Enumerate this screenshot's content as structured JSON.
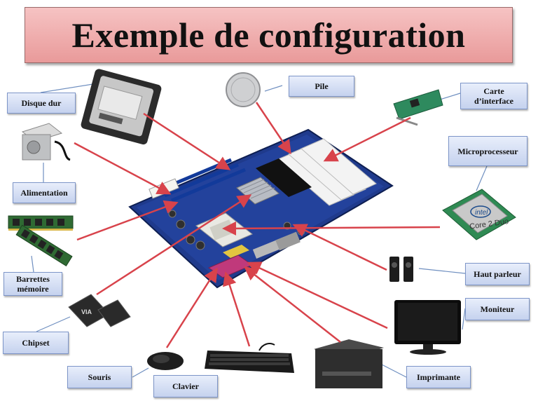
{
  "title": "Exemple de configuration",
  "labels": {
    "disque_dur": "Disque dur",
    "pile": "Pile",
    "carte_interface": "Carte\nd’interface",
    "alimentation": "Alimentation",
    "microprocesseur": "Microprocesseur",
    "barrettes_memoire": "Barrettes\nmémoire",
    "haut_parleur": "Haut parleur",
    "moniteur": "Moniteur",
    "chipset": "Chipset",
    "souris": "Souris",
    "clavier": "Clavier",
    "imprimante": "Imprimante"
  },
  "cpu_brand": "intel",
  "cpu_model": "Core 2 Duo",
  "chip_brand": "VIA",
  "colors": {
    "arrow": "#d8434b",
    "connector": "#6f8fc0",
    "title_bg": "#f2b1b1",
    "label_bg": "#dbe3f6",
    "board": "#1f3a8c"
  }
}
